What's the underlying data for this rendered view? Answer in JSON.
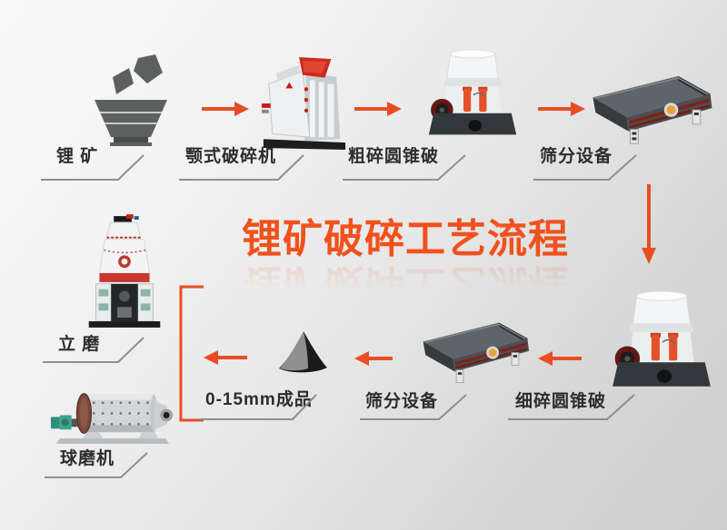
{
  "title": "锂矿破碎工艺流程",
  "colors": {
    "accent": "#e84e24",
    "title": "#f0511d",
    "label_text": "#2d2d2d",
    "underline": "#8f8f8f",
    "machine_red": "#c8372d",
    "machine_orange": "#e4512b"
  },
  "flow_top": [
    {
      "label": "锂 矿",
      "icon": "lithium-ore-icon"
    },
    {
      "label": "颚式破碎机",
      "icon": "jaw-crusher-icon"
    },
    {
      "label": "粗碎圆锥破",
      "icon": "cone-crusher-icon"
    },
    {
      "label": "筛分设备",
      "icon": "vibrating-screen-icon"
    }
  ],
  "flow_bottom": [
    {
      "label": "细碎圆锥破",
      "icon": "cone-crusher-icon"
    },
    {
      "label": "筛分设备",
      "icon": "vibrating-screen-icon"
    },
    {
      "label": "0-15mm成品",
      "icon": "product-pile-icon"
    }
  ],
  "grinding_outputs": [
    {
      "label": "立 磨",
      "icon": "vertical-mill-icon"
    },
    {
      "label": "球磨机",
      "icon": "ball-mill-icon"
    }
  ]
}
